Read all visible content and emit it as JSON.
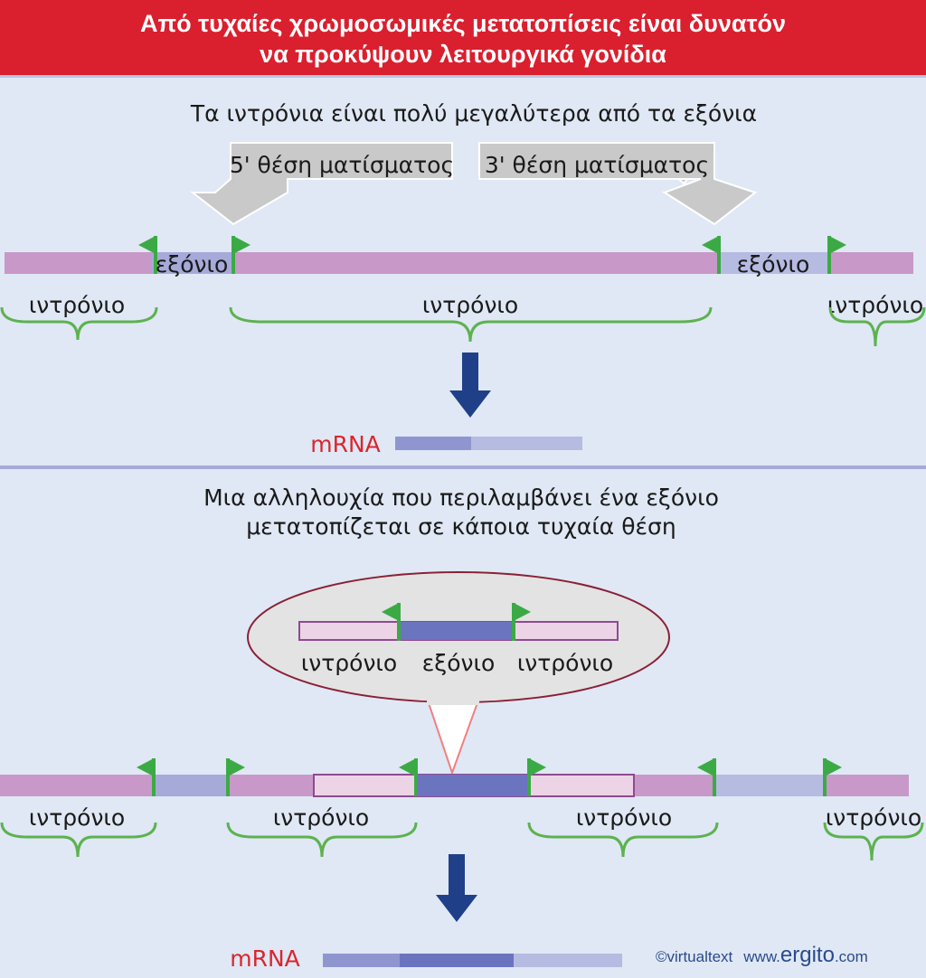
{
  "header": {
    "line1": "Από τυχαίες χρωμοσωμικές μετατοπίσεις είναι δυνατόν",
    "line2": "να προκύψουν λειτουργικά γονίδια"
  },
  "top": {
    "caption": "Τα ιντρόνια είναι πολύ μεγαλύτερα από τα εξόνια",
    "splice5": "5' θέση ματίσματος",
    "splice3": "3' θέση ματίσματος",
    "exon": "εξόνιο",
    "intron": "ιντρόνιο",
    "mrna": "mRNA"
  },
  "bottom": {
    "caption_line1": "Μια αλληλουχία που περιλαμβάνει ένα εξόνιο",
    "caption_line2": "μετατοπίζεται σε κάποια τυχαία θέση",
    "inset_intron": "ιντρόνιο",
    "inset_exon": "εξόνιο",
    "intron": "ιντρόνιο",
    "mrna": "mRNA"
  },
  "credit": {
    "copyright": "©virtualtext",
    "www": "www.",
    "brand": "ergito",
    "tld": ".com"
  },
  "colors": {
    "header_red": "#da1f2e",
    "background": "#dfe8f4",
    "intron_pink": "#c898c8",
    "exon_light": "#a6aad9",
    "exon_dark": "#6a74bf",
    "flag_green": "#3caa44",
    "brace_green": "#5db24f",
    "arrow_blue": "#1f4089",
    "mrna_red": "#d9262e"
  }
}
